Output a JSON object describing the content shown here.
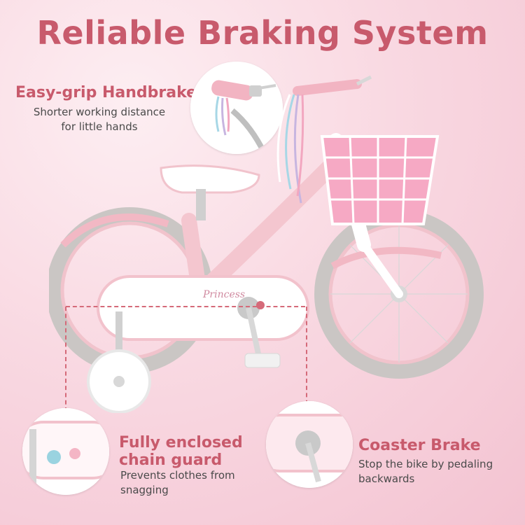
{
  "title": "Reliable Braking System",
  "features": [
    {
      "title": "Easy-grip Handbrake",
      "desc_lines": [
        "Shorter working distance",
        "for little hands"
      ]
    },
    {
      "title_lines": [
        "Fully enclosed",
        "chain guard"
      ],
      "desc_lines": [
        "Prevents clothes from",
        "snagging"
      ]
    },
    {
      "title": "Coaster Brake",
      "desc_lines": [
        "Stop the bike by pedaling",
        "backwards"
      ]
    }
  ],
  "decal_text": "Princess",
  "colors": {
    "accent": "#c85a6c",
    "bike_pink": "#f4c6cf",
    "tire_gray": "#c9c6c5"
  }
}
